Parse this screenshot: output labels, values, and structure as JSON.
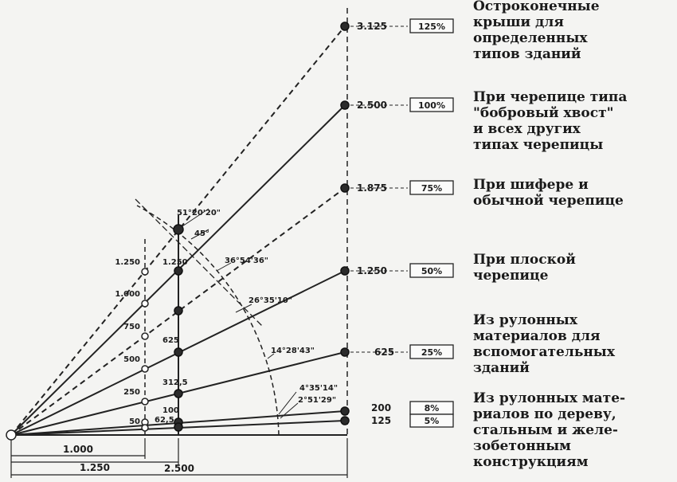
{
  "diagram": {
    "base_labels": [
      "1.000",
      "1.250",
      "2.500"
    ],
    "slopes": [
      {
        "height": "3.125",
        "percent": "125%",
        "dashed": true,
        "description": "Остроконечные\nкрыши для\nопределенных\nтипов зданий"
      },
      {
        "height": "2.500",
        "percent": "100%",
        "dashed": false,
        "description": "При черепице типа\n\"бобровый хвост\"\nи всех других\nтипах черепицы"
      },
      {
        "height": "1.875",
        "percent": "75%",
        "dashed": true,
        "description": "При шифере и\nобычной черепице"
      },
      {
        "height": "1.250",
        "percent": "50%",
        "dashed": false,
        "description": "При плоской\nчерепице"
      },
      {
        "height": "625",
        "percent": "25%",
        "dashed": false,
        "description": "Из рулонных\nматериалов для\nвспомогательных\nзданий"
      },
      {
        "height": "200",
        "percent": "8%",
        "dashed": false,
        "description": ""
      },
      {
        "height": "125",
        "percent": "5%",
        "dashed": false,
        "description": "Из рулонных мате-\nриалов по дереву,\nстальным и желе-\nзобетонным\nконструкциям"
      }
    ],
    "scale_1000": [
      "1.250",
      "1.000",
      "750",
      "500",
      "250",
      "50"
    ],
    "scale_1250": [
      "1.250",
      "625",
      "312,5",
      "100",
      "62,5"
    ],
    "angles": [
      "51°20'20\"",
      "45°",
      "36°54'36\"",
      "26°35'10\"",
      "14°28'43\"",
      "4°35'14\"",
      "2°51'29\""
    ]
  }
}
